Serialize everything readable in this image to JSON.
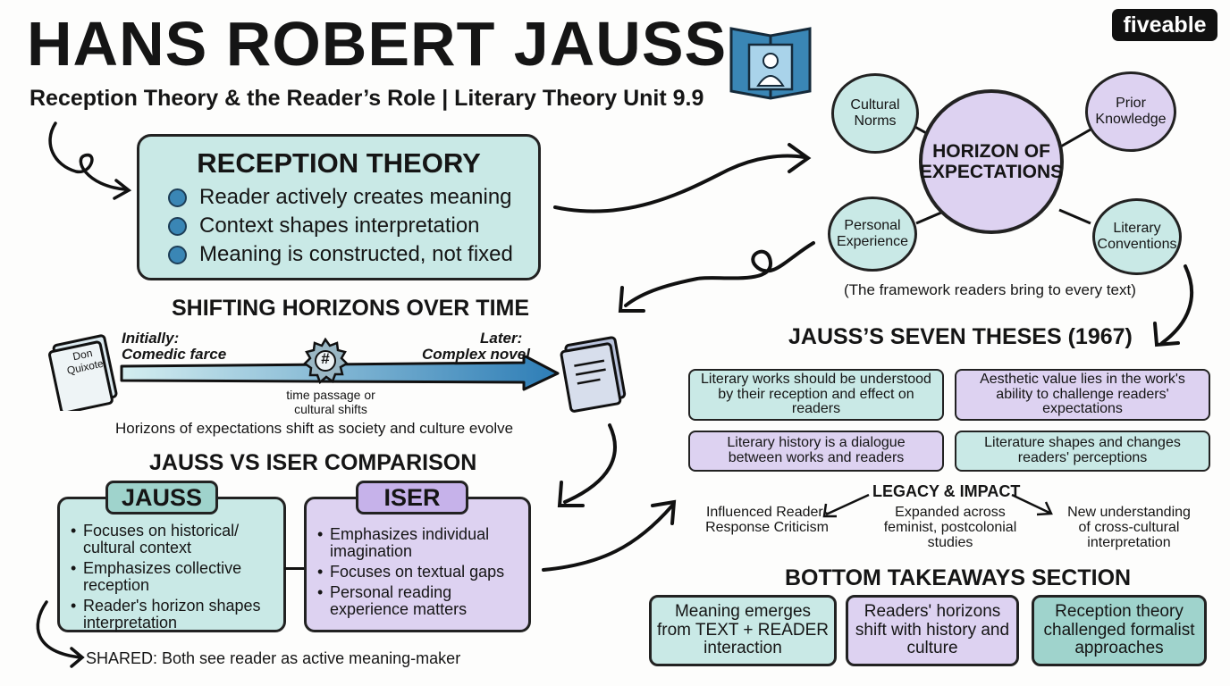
{
  "header": {
    "title": "HANS ROBERT JAUSS",
    "subtitle": "Reception Theory & the Reader’s Role | Literary Theory Unit 9.9",
    "brand": "fiveable"
  },
  "reception_theory": {
    "title": "RECEPTION THEORY",
    "points": [
      "Reader actively creates meaning",
      "Context shapes interpretation",
      "Meaning is constructed, not fixed"
    ]
  },
  "horizon": {
    "center": "HORIZON OF EXPECTATIONS",
    "cultural_norms": "Cultural Norms",
    "prior_knowledge": "Prior Knowledge",
    "personal_experience": "Personal Experience",
    "literary_conventions": "Literary Conventions",
    "caption": "(The framework readers bring to every text)"
  },
  "shifting": {
    "title": "SHIFTING HORIZONS OVER TIME",
    "book_label": "Don Quixote",
    "initially_label": "Initially:",
    "initially_value": "Comedic farce",
    "later_label": "Later:",
    "later_value": "Complex novel",
    "badge": "#",
    "time_passage": "time passage or cultural shifts",
    "caption": "Horizons of expectations shift as society and culture evolve"
  },
  "comparison": {
    "title": "JAUSS VS ISER COMPARISON",
    "jauss_tag": "JAUSS",
    "jauss_points": [
      "Focuses on historical/ cultural context",
      "Emphasizes collective reception",
      "Reader's horizon shapes interpretation"
    ],
    "iser_tag": "ISER",
    "iser_points": [
      "Emphasizes individual imagination",
      "Focuses on textual gaps",
      "Personal reading experience matters"
    ],
    "shared": "SHARED: Both see reader as active meaning-maker"
  },
  "theses": {
    "title": "JAUSS’S SEVEN THESES (1967)",
    "t1": "Literary works should be understood by their reception and effect on readers",
    "t2": "Aesthetic value lies in the work's ability to challenge readers' expectations",
    "t3": "Literary history is a dialogue between works and readers",
    "t4": "Literature shapes and changes readers' perceptions"
  },
  "legacy": {
    "title": "LEGACY & IMPACT",
    "left": "Influenced Reader-Response Criticism",
    "middle": "Expanded across feminist, postcolonial studies",
    "right": "New understanding of cross-cultural interpretation"
  },
  "takeaways": {
    "title": "BOTTOM TAKEAWAYS SECTION",
    "items": [
      "Meaning emerges from TEXT + READER interaction",
      "Readers' horizons shift with history and culture",
      "Reception theory challenged formalist approaches"
    ]
  },
  "colors": {
    "teal": "#c9e9e6",
    "purple": "#ddd2f1",
    "blue": "#3a86b5"
  }
}
